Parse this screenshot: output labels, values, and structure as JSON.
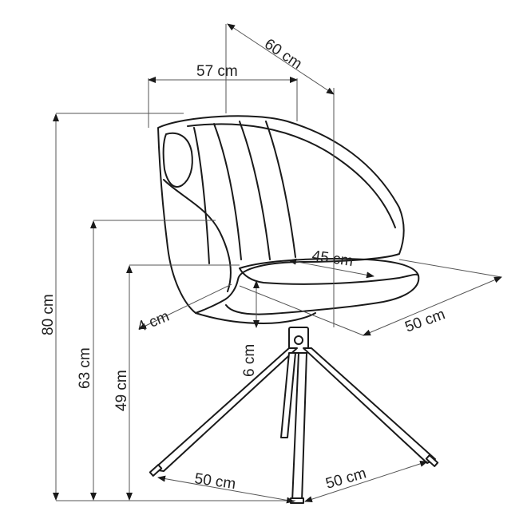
{
  "figure": {
    "subject": "swivel chair dimension drawing",
    "line_color": "#1a1a1a",
    "background": "#ffffff"
  },
  "dimensions": {
    "width": "57 cm",
    "depth": "60 cm",
    "seat_depth": "45 cm",
    "seat_width": "50 cm",
    "total_height": "80 cm",
    "armrest_height": "63 cm",
    "seat_height": "49 cm",
    "seat_thickness": "4 cm",
    "seat_gap": "6 cm",
    "base_left": "50 cm",
    "base_right": "50 cm"
  }
}
